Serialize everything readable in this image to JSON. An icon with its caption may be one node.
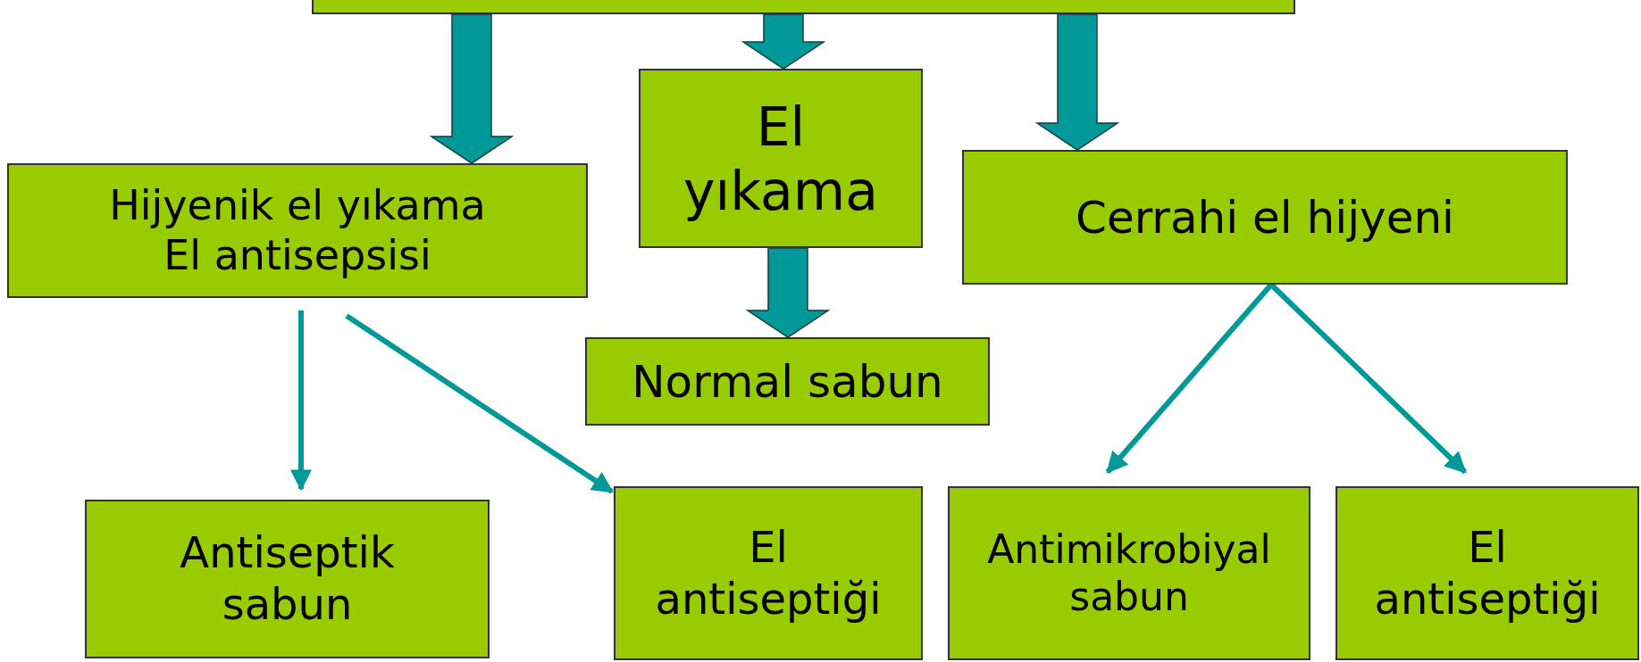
{
  "diagram": {
    "nodes": [
      {
        "text": [],
        "shape": "box"
      },
      {
        "text": [
          "Hijyenik el yıkama El antisepsisi"
        ]
      },
      {
        "text": [
          "El yıkama"
        ]
      },
      {
        "text": [
          "Cerrahi el hijyeni"
        ]
      },
      {
        "text": [
          "Normal sabun"
        ]
      },
      {
        "text": [
          "Antiseptik sabun"
        ]
      },
      {
        "text": [
          "El antiseptiği"
        ]
      },
      {
        "text": [
          "Antimikrobiyal sabun"
        ]
      },
      {
        "text": [
          "El antiseptiği"
        ]
      }
    ],
    "edges": [
      {
        "from": 0,
        "to": 1,
        "arrow": "to",
        "style": "thick"
      },
      {
        "from": 0,
        "to": 2,
        "arrow": "to",
        "style": "thick"
      },
      {
        "from": 0,
        "to": 3,
        "arrow": "to",
        "style": "thick"
      },
      {
        "from": 2,
        "to": 4,
        "arrow": "to",
        "style": "thick"
      },
      {
        "from": 1,
        "to": 5,
        "arrow": "to"
      },
      {
        "from": 1,
        "to": 6,
        "arrow": "to"
      },
      {
        "from": 3,
        "to": 7,
        "arrow": "to"
      },
      {
        "from": 3,
        "to": 8,
        "arrow": "to"
      }
    ]
  }
}
